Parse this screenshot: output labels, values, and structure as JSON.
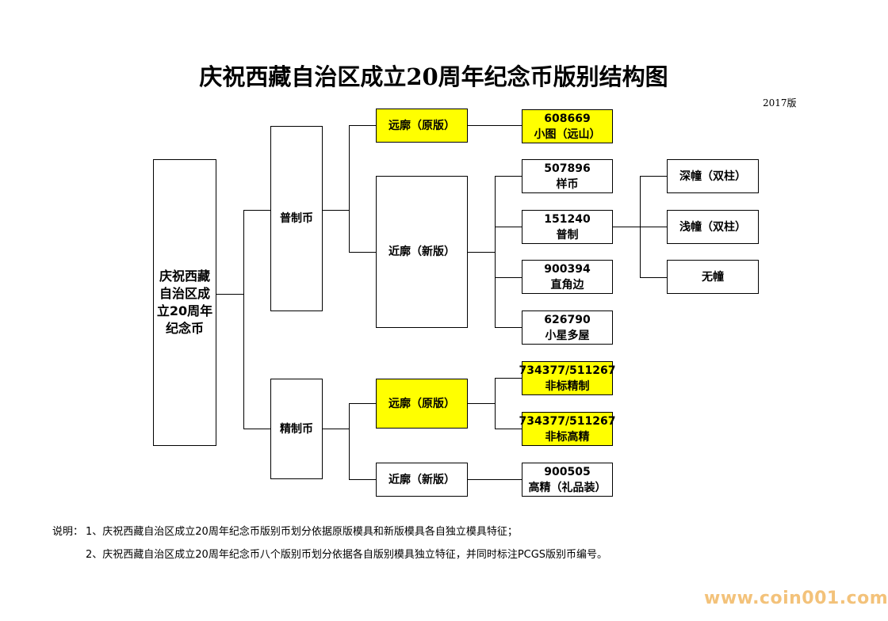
{
  "title": "庆祝西藏自治区成立20周年纪念币版别结构图",
  "version": "2017版",
  "root": {
    "lines": [
      "庆祝西藏",
      "自治区成",
      "立20周年",
      "纪念币"
    ]
  },
  "level1": {
    "pu": "普制币",
    "jing": "精制币"
  },
  "level2": {
    "pu_yuan": "远廓（原版）",
    "pu_jin": "近廓（新版）",
    "jing_yuan": "远廓（原版）",
    "jing_jin": "近廓（新版）"
  },
  "leaves": {
    "l608669": {
      "code": "608669",
      "name": "小图（远山）"
    },
    "l507896": {
      "code": "507896",
      "name": "样币"
    },
    "l151240": {
      "code": "151240",
      "name": "普制"
    },
    "l900394": {
      "code": "900394",
      "name": "直角边"
    },
    "l626790": {
      "code": "626790",
      "name": "小星多屋"
    },
    "l734377a": {
      "code": "734377/511267",
      "name": "非标精制"
    },
    "l734377b": {
      "code": "734377/511267",
      "name": "非标高精"
    },
    "l900505": {
      "code": "900505",
      "name": "高精（礼品装）"
    }
  },
  "sub": {
    "deep": "深幢（双柱）",
    "shallow": "浅幢（双柱）",
    "none": "无幢"
  },
  "notes": {
    "label": "说明：",
    "n1": "1、庆祝西藏自治区成立20周年纪念币版别币划分依据原版模具和新版模具各自独立模具特征；",
    "n2": "2、庆祝西藏自治区成立20周年纪念币八个版别币划分依据各自版别模具独立特征，并同时标注PCGS版别币编号。"
  },
  "watermark": "www.coin001.com",
  "colors": {
    "highlight": "#ffff00",
    "line": "#000000",
    "watermark": "#f3c27a"
  }
}
